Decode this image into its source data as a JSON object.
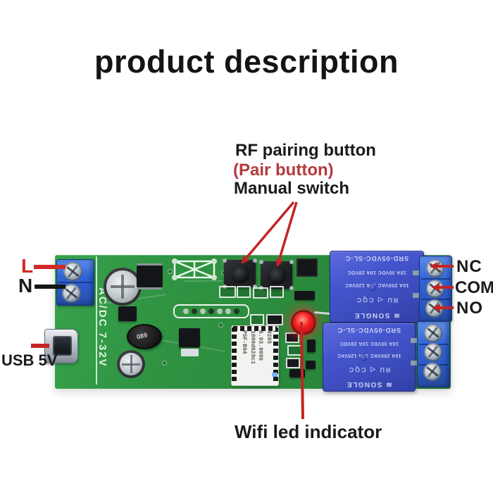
{
  "title": "product description",
  "labels": {
    "rf_pairing": "RF pairing button",
    "pair_button": "(Pair button)",
    "manual_switch": "Manual switch",
    "line_live": "L",
    "line_neutral": "N",
    "usb_power": "USB 5V",
    "terminal_nc": "NC",
    "terminal_com": "COM",
    "terminal_no": "NO",
    "wifi_led": "Wifi led indicator"
  },
  "pcb": {
    "power_input_silkscreen": "AC/DC 7-32V",
    "inductor_marking": "089",
    "relay": {
      "lines": [
        "SRD-05VDC-SL-C",
        "10A 30VDC 10A 28VDC",
        "10A 250VAC 10A 125VAC"
      ],
      "certs": "ЯU ◁ CQC",
      "brand": "SONGLE"
    },
    "wifi_module": {
      "lines": [
        "PSF-B04",
        "1000d620c1",
        "6.03.0096",
        "0285"
      ]
    }
  },
  "colors": {
    "annotation_red": "#c32424",
    "pair_button_red": "#b43a3d",
    "label_black": "#1a1a1a",
    "pcb_green": "#2f9342",
    "relay_blue": "#4150c0",
    "terminal_blue": "#2d63d8",
    "led_red": "#ee1c1c"
  }
}
